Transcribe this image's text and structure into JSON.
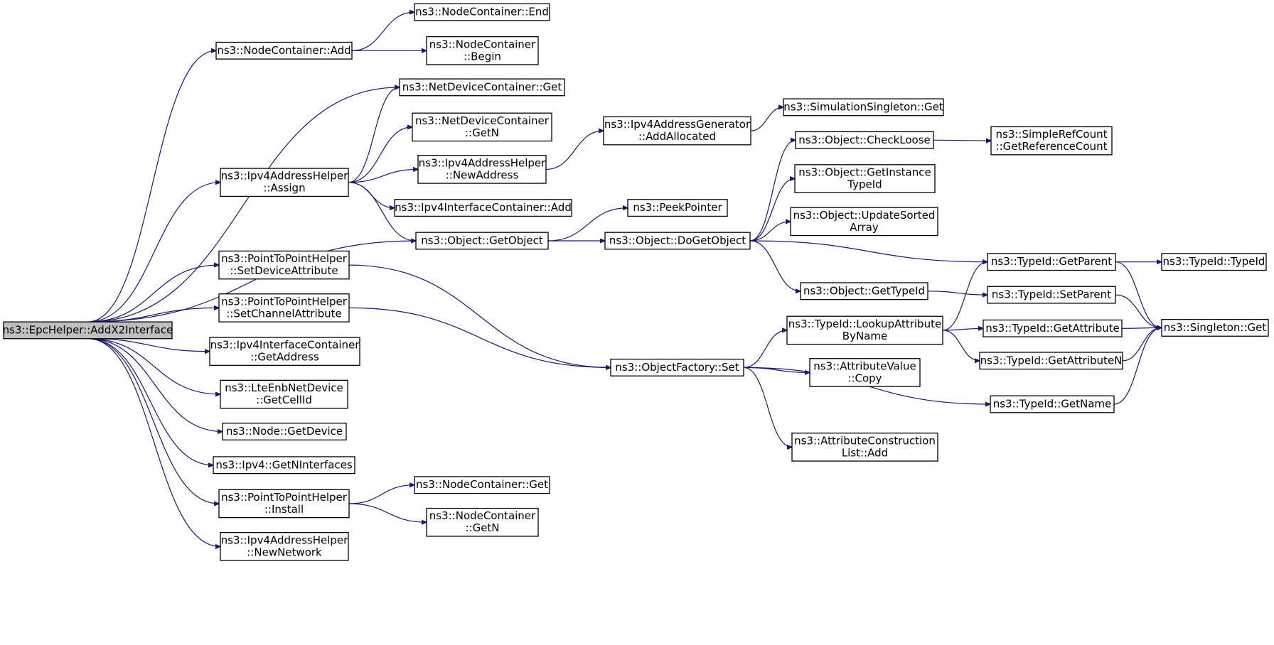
{
  "graph": {
    "root": "ns3::EpcHelper::AddX2Interface",
    "nodes": [
      {
        "id": "n0",
        "lines": [
          "ns3::EpcHelper::AddX2Interface"
        ],
        "root": true
      },
      {
        "id": "n1",
        "lines": [
          "ns3::NodeContainer::Add"
        ]
      },
      {
        "id": "n2",
        "lines": [
          "ns3::NodeContainer::End"
        ]
      },
      {
        "id": "n3",
        "lines": [
          "ns3::NodeContainer",
          "::Begin"
        ]
      },
      {
        "id": "n4",
        "lines": [
          "ns3::NetDeviceContainer::Get"
        ]
      },
      {
        "id": "n5",
        "lines": [
          "ns3::NetDeviceContainer",
          "::GetN"
        ]
      },
      {
        "id": "n6",
        "lines": [
          "ns3::Ipv4AddressHelper",
          "::Assign"
        ]
      },
      {
        "id": "n7",
        "lines": [
          "ns3::Ipv4AddressHelper",
          "::NewAddress"
        ]
      },
      {
        "id": "n8",
        "lines": [
          "ns3::Ipv4InterfaceContainer::Add"
        ]
      },
      {
        "id": "n9",
        "lines": [
          "ns3::Ipv4AddressGenerator",
          "::AddAllocated"
        ]
      },
      {
        "id": "n10",
        "lines": [
          "ns3::SimulationSingleton::Get"
        ]
      },
      {
        "id": "n11",
        "lines": [
          "ns3::Object::GetObject"
        ]
      },
      {
        "id": "n12",
        "lines": [
          "ns3::PeekPointer"
        ]
      },
      {
        "id": "n13",
        "lines": [
          "ns3::Object::DoGetObject"
        ]
      },
      {
        "id": "n14",
        "lines": [
          "ns3::Object::CheckLoose"
        ]
      },
      {
        "id": "n15",
        "lines": [
          "ns3::SimpleRefCount",
          "::GetReferenceCount"
        ]
      },
      {
        "id": "n16",
        "lines": [
          "ns3::Object::GetInstance",
          "TypeId"
        ]
      },
      {
        "id": "n17",
        "lines": [
          "ns3::Object::UpdateSorted",
          "Array"
        ]
      },
      {
        "id": "n18",
        "lines": [
          "ns3::TypeId::GetParent"
        ]
      },
      {
        "id": "n19",
        "lines": [
          "ns3::TypeId::TypeId"
        ]
      },
      {
        "id": "n20",
        "lines": [
          "ns3::Object::GetTypeId"
        ]
      },
      {
        "id": "n21",
        "lines": [
          "ns3::TypeId::SetParent"
        ]
      },
      {
        "id": "n22",
        "lines": [
          "ns3::Singleton::Get"
        ]
      },
      {
        "id": "n23",
        "lines": [
          "ns3::PointToPointHelper",
          "::SetDeviceAttribute"
        ]
      },
      {
        "id": "n24",
        "lines": [
          "ns3::PointToPointHelper",
          "::SetChannelAttribute"
        ]
      },
      {
        "id": "n25",
        "lines": [
          "ns3::Ipv4InterfaceContainer",
          "::GetAddress"
        ]
      },
      {
        "id": "n26",
        "lines": [
          "ns3::LteEnbNetDevice",
          "::GetCellId"
        ]
      },
      {
        "id": "n27",
        "lines": [
          "ns3::Node::GetDevice"
        ]
      },
      {
        "id": "n28",
        "lines": [
          "ns3::Ipv4::GetNInterfaces"
        ]
      },
      {
        "id": "n29",
        "lines": [
          "ns3::PointToPointHelper",
          "::Install"
        ]
      },
      {
        "id": "n30",
        "lines": [
          "ns3::Ipv4AddressHelper",
          "::NewNetwork"
        ]
      },
      {
        "id": "n31",
        "lines": [
          "ns3::ObjectFactory::Set"
        ]
      },
      {
        "id": "n32",
        "lines": [
          "ns3::TypeId::LookupAttribute",
          "ByName"
        ]
      },
      {
        "id": "n33",
        "lines": [
          "ns3::TypeId::GetAttribute"
        ]
      },
      {
        "id": "n34",
        "lines": [
          "ns3::TypeId::GetAttributeN"
        ]
      },
      {
        "id": "n35",
        "lines": [
          "ns3::AttributeValue",
          "::Copy"
        ]
      },
      {
        "id": "n36",
        "lines": [
          "ns3::TypeId::GetName"
        ]
      },
      {
        "id": "n37",
        "lines": [
          "ns3::AttributeConstruction",
          "List::Add"
        ]
      },
      {
        "id": "n38",
        "lines": [
          "ns3::NodeContainer::Get"
        ]
      },
      {
        "id": "n39",
        "lines": [
          "ns3::NodeContainer",
          "::GetN"
        ]
      }
    ],
    "edges": [
      [
        "n0",
        "n1"
      ],
      [
        "n0",
        "n4"
      ],
      [
        "n0",
        "n6"
      ],
      [
        "n0",
        "n11"
      ],
      [
        "n0",
        "n23"
      ],
      [
        "n0",
        "n24"
      ],
      [
        "n0",
        "n25"
      ],
      [
        "n0",
        "n26"
      ],
      [
        "n0",
        "n27"
      ],
      [
        "n0",
        "n28"
      ],
      [
        "n0",
        "n29"
      ],
      [
        "n0",
        "n30"
      ],
      [
        "n1",
        "n2"
      ],
      [
        "n1",
        "n3"
      ],
      [
        "n6",
        "n4"
      ],
      [
        "n6",
        "n5"
      ],
      [
        "n6",
        "n7"
      ],
      [
        "n6",
        "n8"
      ],
      [
        "n6",
        "n11"
      ],
      [
        "n7",
        "n9"
      ],
      [
        "n9",
        "n10"
      ],
      [
        "n11",
        "n12"
      ],
      [
        "n11",
        "n13"
      ],
      [
        "n13",
        "n14"
      ],
      [
        "n13",
        "n16"
      ],
      [
        "n13",
        "n17"
      ],
      [
        "n13",
        "n18"
      ],
      [
        "n13",
        "n20"
      ],
      [
        "n14",
        "n15"
      ],
      [
        "n18",
        "n19"
      ],
      [
        "n18",
        "n22"
      ],
      [
        "n20",
        "n21"
      ],
      [
        "n21",
        "n22"
      ],
      [
        "n23",
        "n31"
      ],
      [
        "n24",
        "n31"
      ],
      [
        "n29",
        "n38"
      ],
      [
        "n29",
        "n39"
      ],
      [
        "n31",
        "n32"
      ],
      [
        "n31",
        "n35"
      ],
      [
        "n31",
        "n36"
      ],
      [
        "n31",
        "n37"
      ],
      [
        "n32",
        "n18"
      ],
      [
        "n32",
        "n33"
      ],
      [
        "n32",
        "n34"
      ],
      [
        "n33",
        "n22"
      ],
      [
        "n34",
        "n22"
      ],
      [
        "n36",
        "n22"
      ]
    ]
  }
}
